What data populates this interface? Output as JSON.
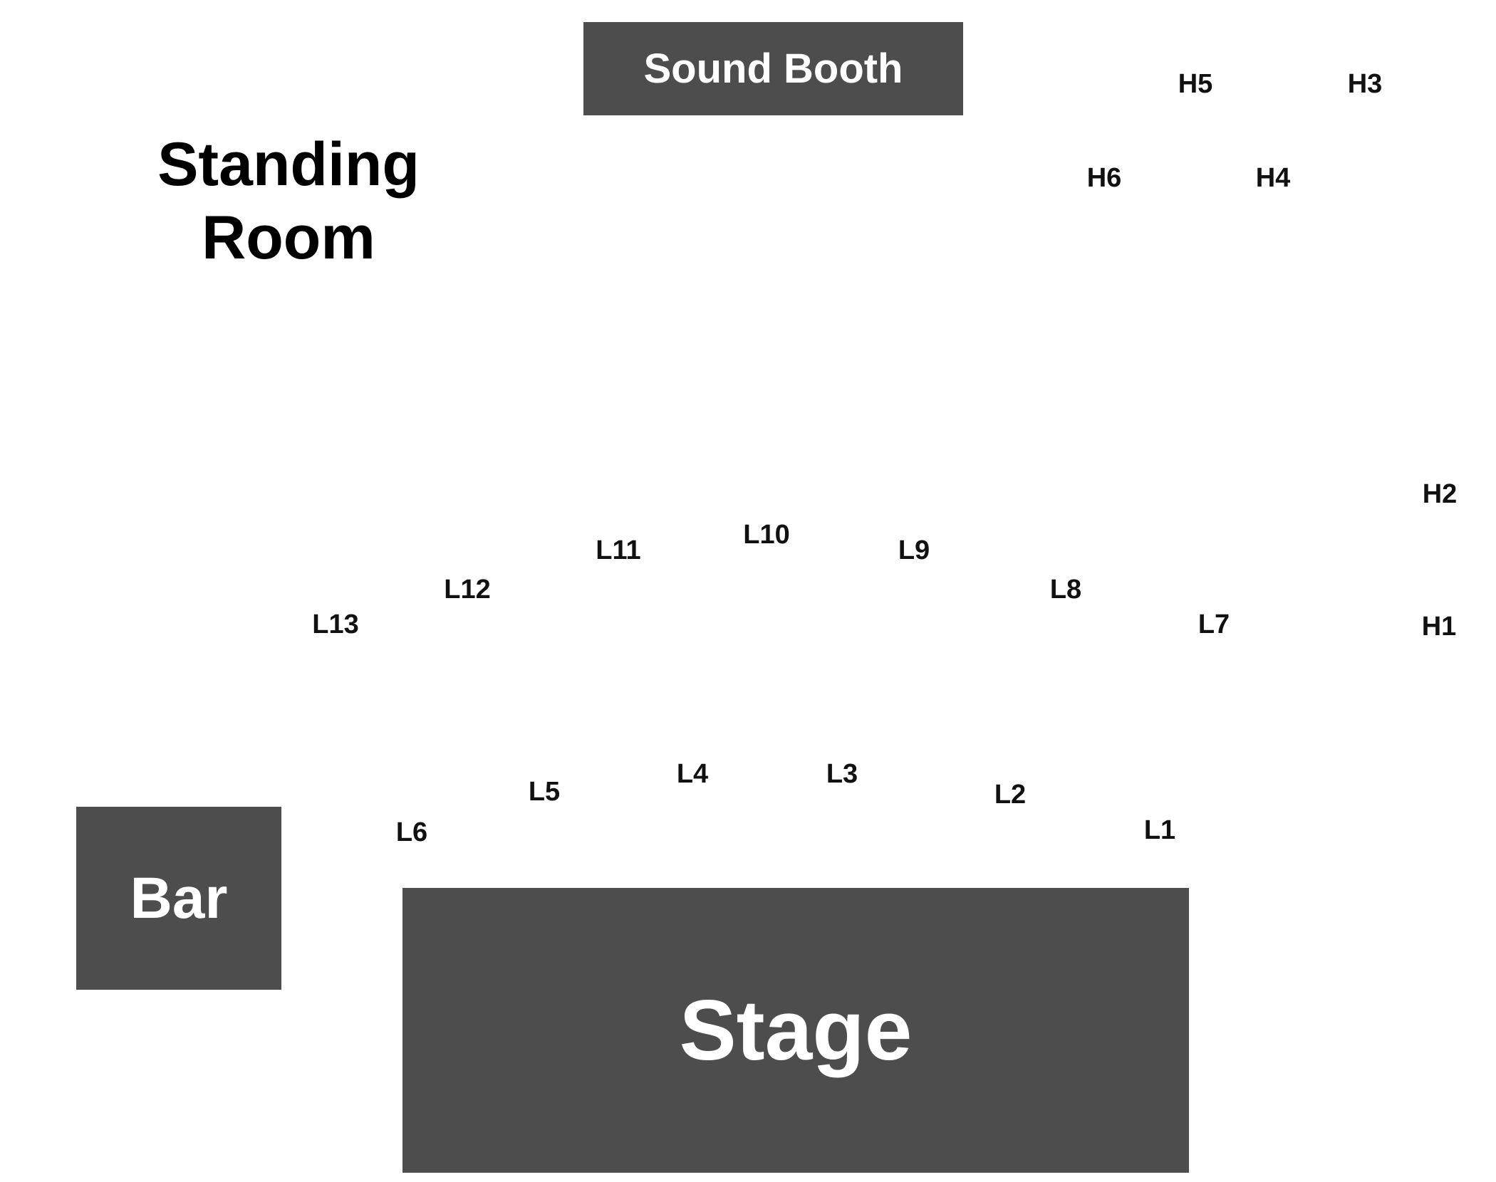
{
  "colors": {
    "block_fill": "#4d4d4d",
    "block_text": "#ffffff",
    "label_text": "#111111"
  },
  "areas": {
    "sound_booth": "Sound Booth",
    "standing_room_line1": "Standing",
    "standing_room_line2": "Room",
    "bar": "Bar",
    "stage": "Stage"
  },
  "tables": [
    {
      "id": "L1",
      "label": "L1"
    },
    {
      "id": "L2",
      "label": "L2"
    },
    {
      "id": "L3",
      "label": "L3"
    },
    {
      "id": "L4",
      "label": "L4"
    },
    {
      "id": "L5",
      "label": "L5"
    },
    {
      "id": "L6",
      "label": "L6"
    },
    {
      "id": "L7",
      "label": "L7"
    },
    {
      "id": "L8",
      "label": "L8"
    },
    {
      "id": "L9",
      "label": "L9"
    },
    {
      "id": "L10",
      "label": "L10"
    },
    {
      "id": "L11",
      "label": "L11"
    },
    {
      "id": "L12",
      "label": "L12"
    },
    {
      "id": "L13",
      "label": "L13"
    },
    {
      "id": "H1",
      "label": "H1"
    },
    {
      "id": "H2",
      "label": "H2"
    },
    {
      "id": "H3",
      "label": "H3"
    },
    {
      "id": "H4",
      "label": "H4"
    },
    {
      "id": "H5",
      "label": "H5"
    },
    {
      "id": "H6",
      "label": "H6"
    }
  ]
}
